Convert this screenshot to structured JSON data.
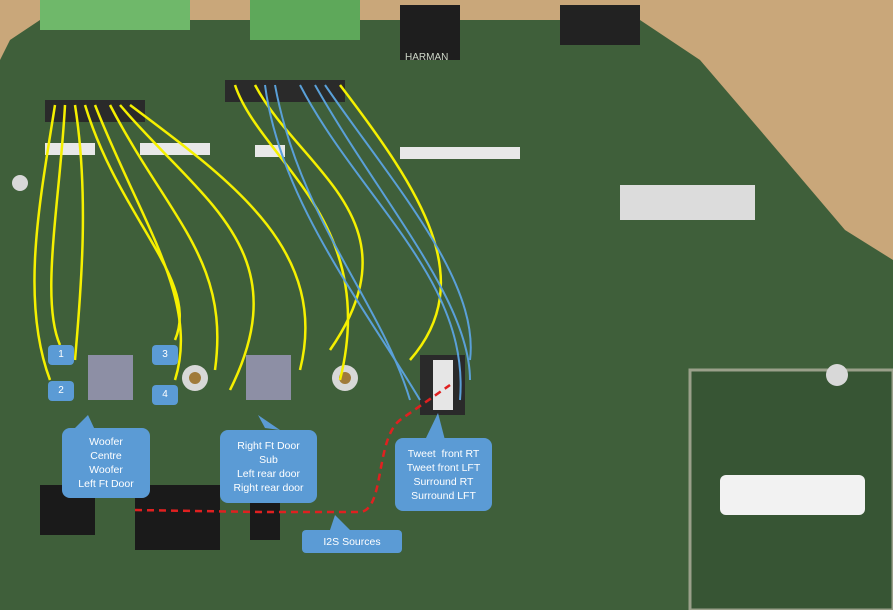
{
  "board_label": "HARMAN",
  "colors": {
    "board": "#3f5f3a",
    "callout": "#5b9bd5",
    "wire_yellow": "#f5f000",
    "wire_blue": "#5aa0d8",
    "i2s_line": "#e02020"
  },
  "channel_numbers": [
    "1",
    "2",
    "3",
    "4"
  ],
  "callouts": {
    "amp1": [
      "Woofer",
      "Centre",
      "Woofer",
      "Left Ft Door"
    ],
    "amp2": [
      "Right Ft Door",
      "Sub",
      "Left rear door",
      "Right rear door"
    ],
    "amp3": [
      "Tweet  front RT",
      "Tweet front LFT",
      "Surround RT",
      "Surround LFT"
    ],
    "i2s": "I2S Sources"
  }
}
